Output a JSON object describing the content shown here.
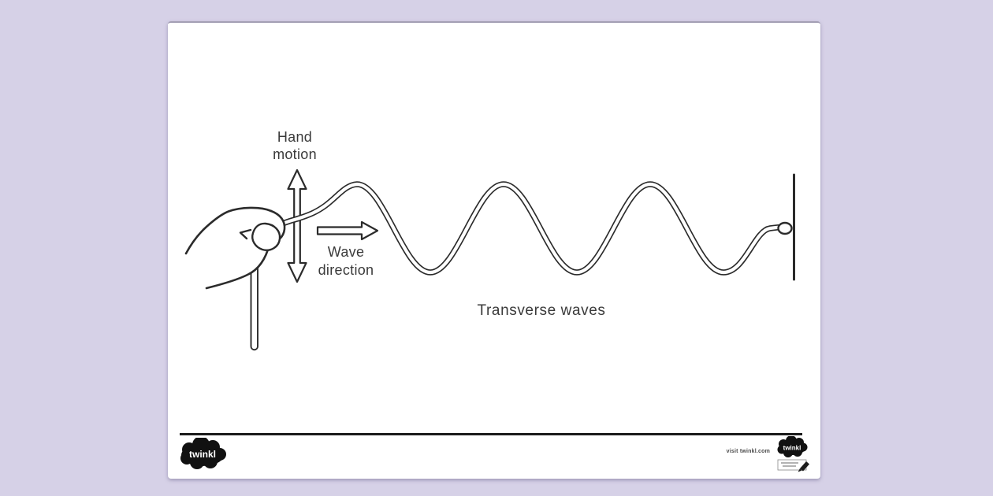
{
  "page": {
    "kind": "worksheet-illustration",
    "colors": {
      "background": "#d6d1e7",
      "paper": "#ffffff",
      "ink": "#2b2b2b",
      "text": "#3a3a3a",
      "logo": "#111111"
    }
  },
  "diagram": {
    "hand_motion_label": "Hand\nmotion",
    "wave_direction_label": "Wave\ndirection",
    "title": "Transverse waves",
    "elements": {
      "hand": "hand gripping rope end",
      "hand_motion_arrow": "vertical double-headed arrow",
      "wave_direction_arrow": "horizontal arrow pointing right",
      "rope_wave": "rope with 3 crests and 3 troughs",
      "wall": "vertical wall post with rope tied in a loop",
      "hanging_rope": "loose rope end hanging below hand"
    }
  },
  "footer": {
    "visit_text": "visit twinkl.com",
    "logo_text": "twinkl"
  }
}
